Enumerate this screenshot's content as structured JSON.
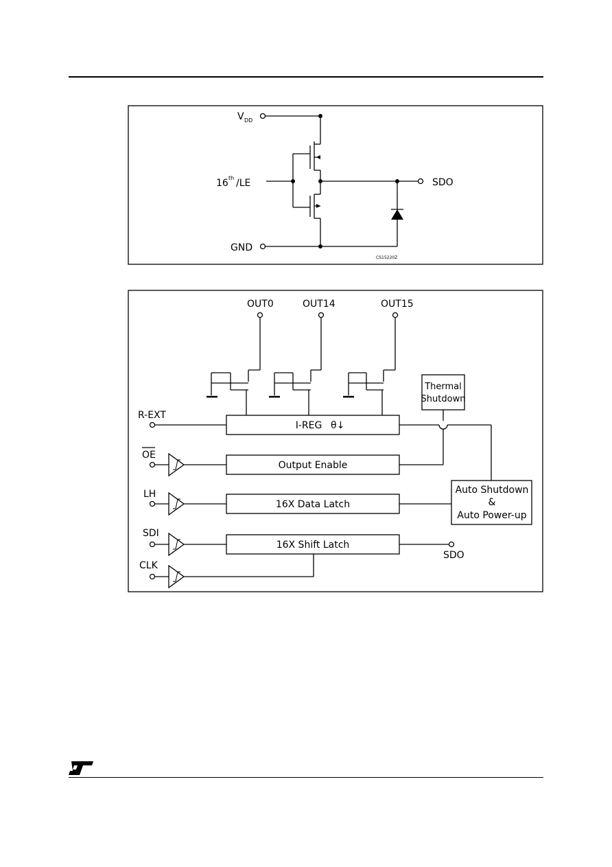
{
  "fig1": {
    "vdd_main": "V",
    "vdd_sub": "DD",
    "input_main": "16",
    "input_sup": "th",
    "input_rest": "/LE",
    "sdo": "SDO",
    "gnd": "GND",
    "code": "CS15220Z"
  },
  "fig2": {
    "out0": "OUT0",
    "out14": "OUT14",
    "out15": "OUT15",
    "thermal_line1": "Thermal",
    "thermal_line2": "Shutdown",
    "rext": "R-EXT",
    "ireg": "I-REG",
    "oe": "OE",
    "output_enable": "Output Enable",
    "lh": "LH",
    "data_latch": "16X Data Latch",
    "auto_line1": "Auto Shutdown",
    "auto_line2": "&",
    "auto_line3": "Auto Power-up",
    "sdi": "SDI",
    "shift_latch": "16X Shift Latch",
    "sdo": "SDO",
    "clk": "CLK"
  }
}
